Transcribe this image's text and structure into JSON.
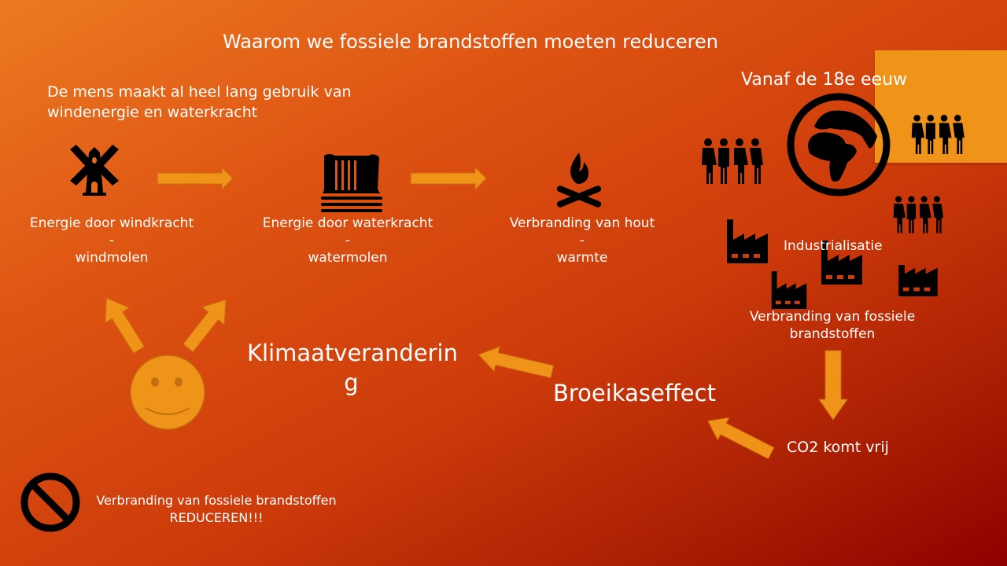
{
  "title": "Waarom we fossiele brandstoffen moeten reduceren",
  "intro": [
    "De mens maakt al heel lang gebruik van",
    "windenergie en waterkracht"
  ],
  "steps": [
    {
      "line1": "Energie door windkracht",
      "sep": "-",
      "line2": "windmolen",
      "icon": "windmill-icon"
    },
    {
      "line1": "Energie door waterkracht",
      "sep": "-",
      "line2": "watermolen",
      "icon": "waterfall-icon"
    },
    {
      "line1": "Verbranding van hout",
      "sep": "-",
      "line2": "warmte",
      "icon": "campfire-icon"
    }
  ],
  "era": "Vanaf de 18e eeuw",
  "industrialisation": "Industrialisatie",
  "fossil": [
    "Verbranding van fossiele",
    "brandstoffen"
  ],
  "co2": "CO2 komt vrij",
  "greenhouse": "Broeikaseffect",
  "climate": [
    "Klimaatveranderin",
    "g"
  ],
  "conclusion": [
    "Verbranding van fossiele brandstoffen",
    "REDUCEREN!!!"
  ],
  "colors": {
    "accent": "#ef9418",
    "icon": "#000000",
    "text": "#ffffff"
  }
}
